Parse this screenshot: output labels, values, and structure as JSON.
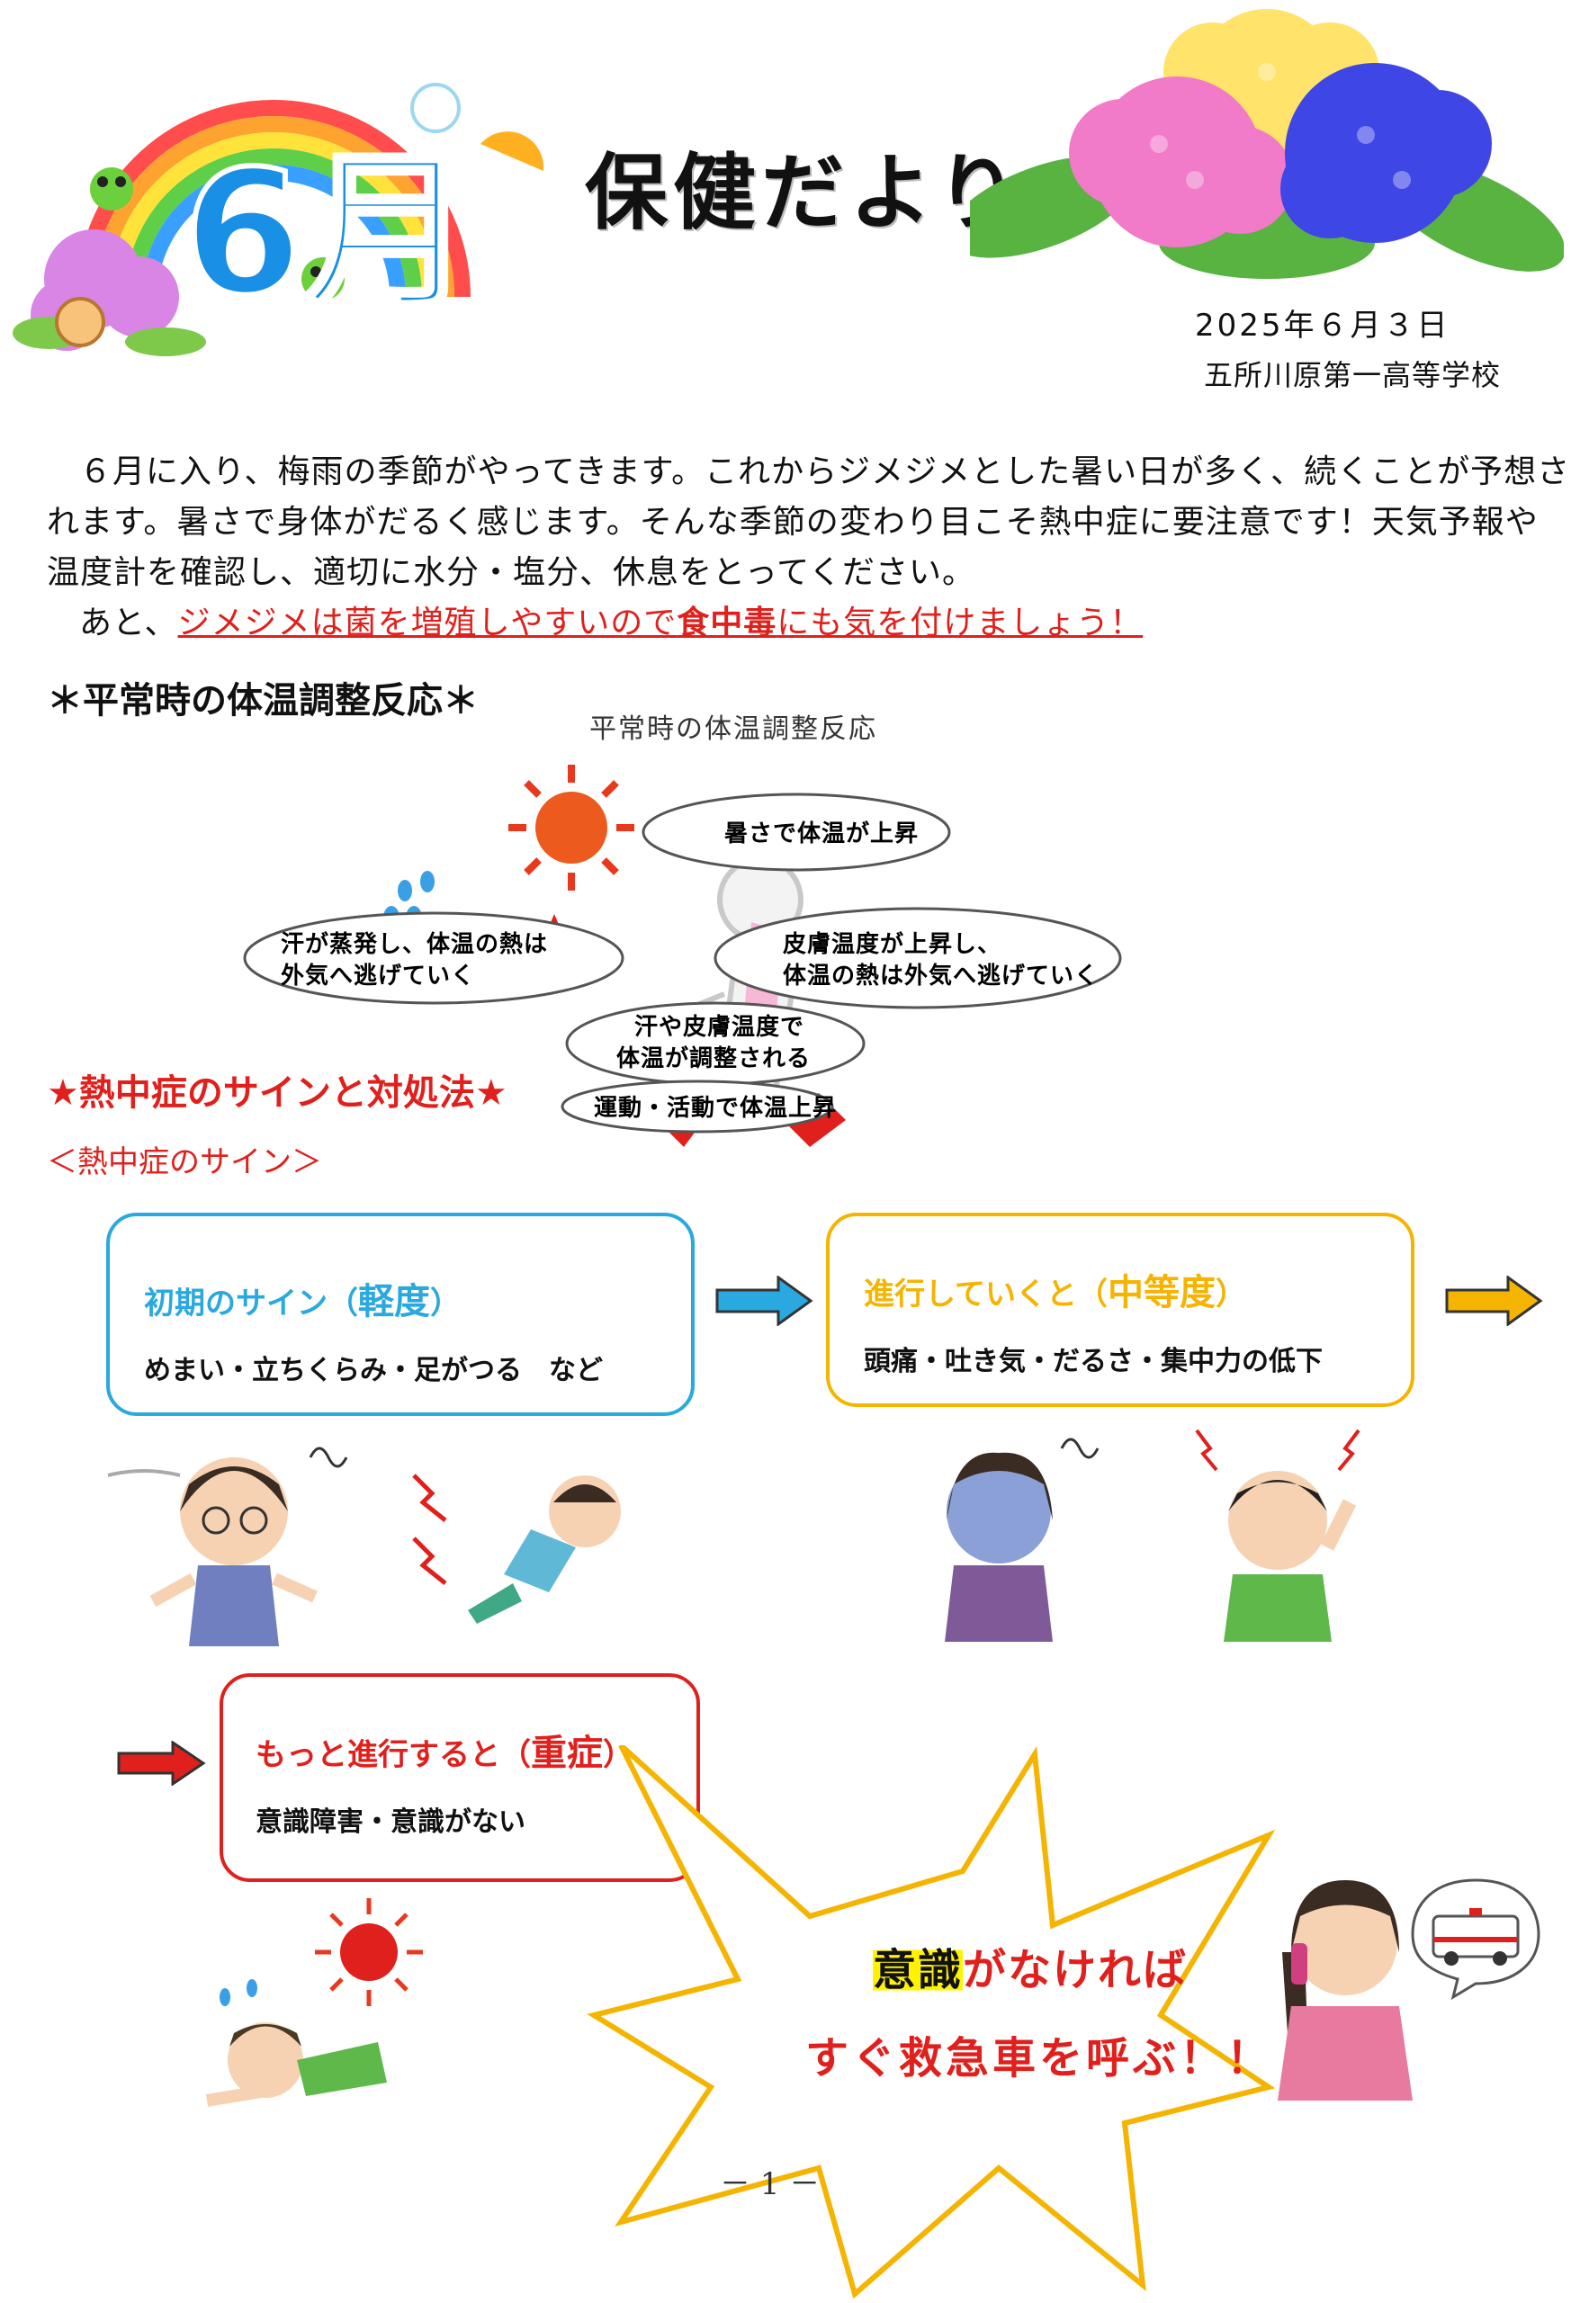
{
  "header": {
    "logo_month": "6月",
    "title": "保健だより",
    "date": "2025年６月３日",
    "school": "五所川原第一高等学校"
  },
  "intro": {
    "line1": "６月に入り、梅雨の季節がやってきます。これからジメジメとした暑い日が多く、続くことが予想さ",
    "line2": "れます。暑さで身体がだるく感じます。そんな季節の変わり目こそ熱中症に要注意です！天気予報や",
    "line3": "温度計を確認し、適切に水分・塩分、休息をとってください。",
    "line4_prefix": "あと、",
    "line4_red1": "ジメジメは菌を増殖しやすいので",
    "line4_bold": "食中毒",
    "line4_red2": "にも気を付けましょう！"
  },
  "sections": {
    "normal_heading": "＊平常時の体温調整反応＊",
    "signs_heading": "★熱中症のサインと対処法★",
    "signs_sub": "＜熱中症のサイン＞"
  },
  "diagram": {
    "title": "平常時の体温調整反応",
    "bubble_top": "暑さで体温が上昇",
    "bubble_left_1": "汗が蒸発し、体温の熱は",
    "bubble_left_2": "外気へ逃げていく",
    "bubble_right_1": "皮膚温度が上昇し、",
    "bubble_right_2": "体温の熱は外気へ逃げていく",
    "bubble_center_1": "汗や皮膚温度で",
    "bubble_center_2": "体温が調整される",
    "bubble_bottom": "運動・活動で体温上昇"
  },
  "signs": [
    {
      "title_prefix": "初期のサイン（",
      "title_level": "軽度",
      "title_suffix": "）",
      "body": "めまい・立ちくらみ・足がつる　など",
      "color": "#29a9e0"
    },
    {
      "title_prefix": "進行していくと（",
      "title_level": "中等度",
      "title_suffix": "）",
      "body": "頭痛・吐き気・だるさ・集中力の低下",
      "color": "#f5b400"
    },
    {
      "title_prefix": "もっと進行すると（",
      "title_level": "重症",
      "title_suffix": "）",
      "body": "意識障害・意識がない",
      "color": "#e0201c"
    }
  ],
  "burst": {
    "line1_highlight": "意識",
    "line1_rest": "がなければ",
    "line2": "すぐ救急車を呼ぶ！！"
  },
  "footer": {
    "page": "－ 1 －"
  },
  "icons": [
    "rainbow-frog-logo-icon",
    "hydrangea-icon",
    "sun-icon",
    "sweat-drops-icon",
    "body-silhouette-icon",
    "arrow-right-icon",
    "dizzy-woman-icon",
    "cramping-boy-icon",
    "nauseous-woman-icon",
    "headache-man-icon",
    "collapsed-person-icon",
    "phone-woman-icon",
    "ambulance-icon"
  ]
}
